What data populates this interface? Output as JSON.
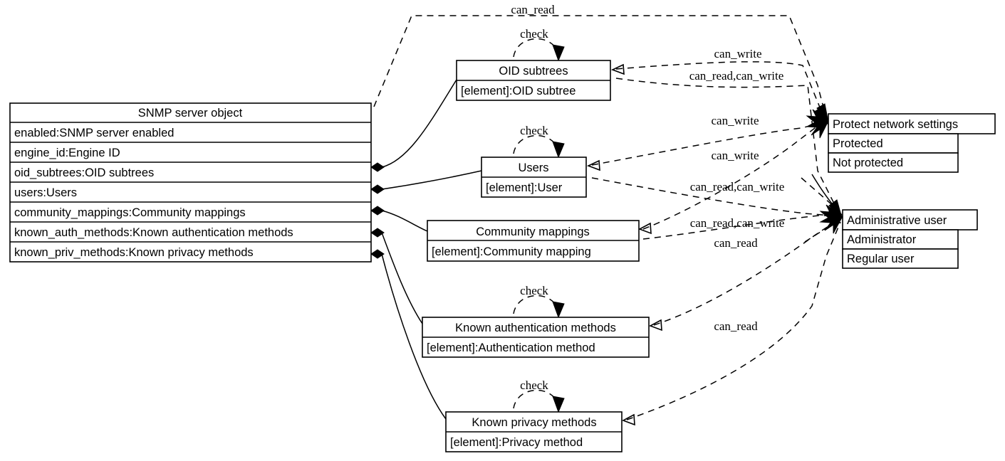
{
  "diagram": {
    "title": "SNMP server object UML class diagram",
    "background": "#ffffff",
    "line_color": "#000000",
    "classes": {
      "snmp_server": {
        "name": "SNMP server object",
        "attributes": [
          "enabled:SNMP server enabled",
          "engine_id:Engine ID",
          "oid_subtrees:OID subtrees",
          "users:Users",
          "community_mappings:Community mappings",
          "known_auth_methods:Known authentication methods",
          "known_priv_methods:Known privacy methods"
        ]
      },
      "oid_subtrees": {
        "name": "OID subtrees",
        "attributes": [
          "[element]:OID subtree"
        ]
      },
      "users": {
        "name": "Users",
        "attributes": [
          "[element]:User"
        ]
      },
      "community_mappings": {
        "name": "Community mappings",
        "attributes": [
          "[element]:Community mapping"
        ]
      },
      "known_auth_methods": {
        "name": "Known authentication methods",
        "attributes": [
          "[element]:Authentication method"
        ]
      },
      "known_priv_methods": {
        "name": "Known privacy methods",
        "attributes": [
          "[element]:Privacy method"
        ]
      },
      "protect_network_settings": {
        "name": "Protect network settings",
        "attributes": [
          "Protected",
          "Not protected"
        ]
      },
      "administrative_user": {
        "name": "Administrative user",
        "attributes": [
          "Administrator",
          "Regular user"
        ]
      }
    },
    "edge_labels": {
      "top_can_read": "can_read",
      "check_oid": "check",
      "check_users": "check",
      "check_auth": "check",
      "check_priv": "check",
      "oid_can_write": "can_write",
      "oid_can_read_can_write": "can_read,can_write",
      "users_can_write": "can_write",
      "users_can_write_2": "can_write",
      "users_can_read_can_write": "can_read,can_write",
      "community_can_read_can_write": "can_read,can_write",
      "community_can_read": "can_read",
      "auth_can_read": "can_read"
    }
  }
}
